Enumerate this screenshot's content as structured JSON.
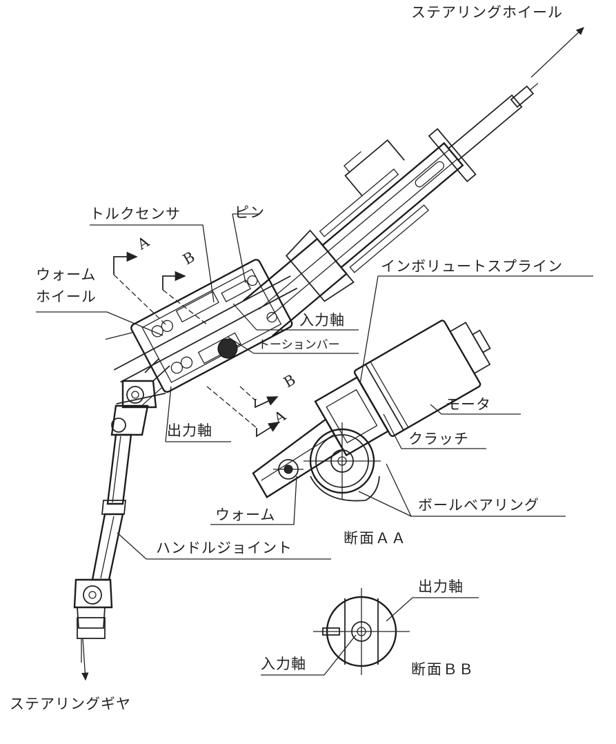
{
  "labels": {
    "steering_wheel": "ステアリングホイール",
    "steering_gear": "ステアリングギヤ",
    "torque_sensor": "トルクセンサ",
    "pin": "ピン",
    "involute_spline": "インボリュートスプライン",
    "worm_wheel_line1": "ウォーム",
    "worm_wheel_line2": "ホイール",
    "input_shaft": "入力軸",
    "torsion_bar": "トーションバー",
    "output_shaft": "出力軸",
    "motor": "モータ",
    "clutch": "クラッチ",
    "ball_bearing": "ボールベアリング",
    "worm": "ウォーム",
    "handle_joint": "ハンドルジョイント",
    "section_aa": "断面ＡＡ",
    "section_bb": "断面ＢＢ",
    "bb_output_shaft": "出力軸",
    "bb_input_shaft": "入力軸",
    "marker_a_top": "A",
    "marker_b_top": "B",
    "marker_b_bottom": "B",
    "marker_a_bottom": "A"
  }
}
